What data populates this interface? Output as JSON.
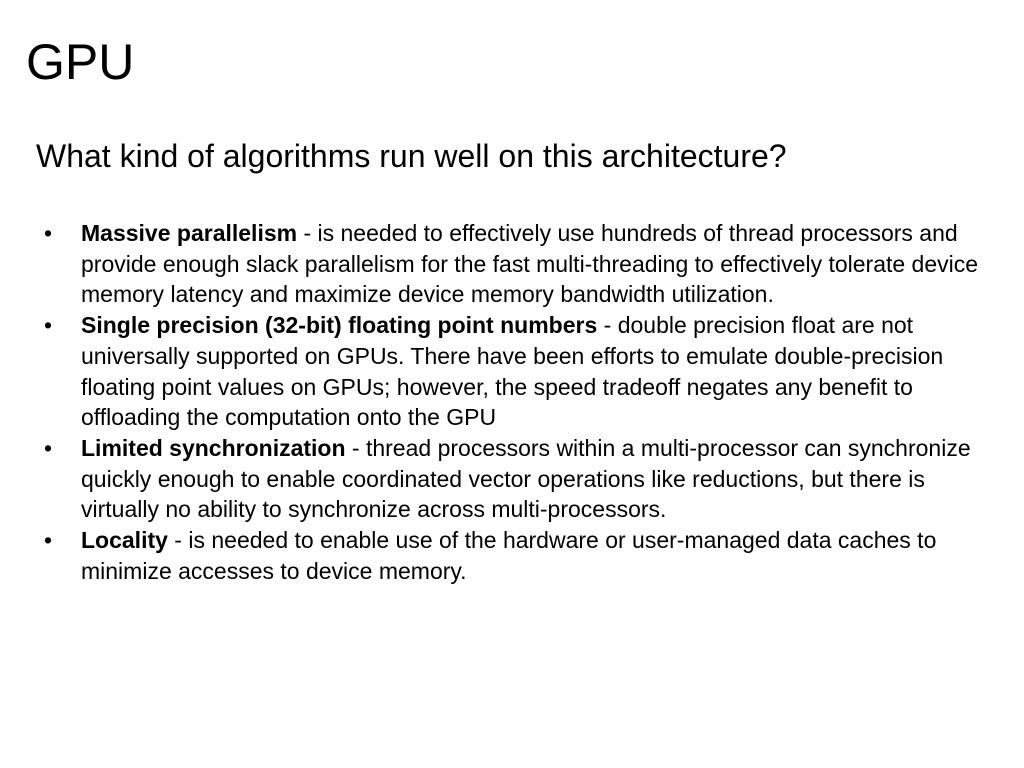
{
  "slide": {
    "title": "GPU",
    "subtitle": "What kind of algorithms run well on this architecture?",
    "bullet_symbol": "•",
    "bullets": [
      {
        "term": "Massive parallelism",
        "text": " - is needed to effectively use hundreds of thread processors and provide enough slack parallelism for the fast multi-threading to effectively tolerate device memory latency and maximize device memory bandwidth utilization."
      },
      {
        "term": "Single precision (32-bit) floating point numbers",
        "text": " - double precision float are not universally supported on GPUs. There have been efforts to emulate double-precision floating point values on GPUs; however, the speed tradeoff negates any benefit to offloading the computation onto the GPU"
      },
      {
        "term": "Limited synchronization",
        "text": " - thread processors within a multi-processor can synchronize quickly enough to enable coordinated vector operations like reductions, but there is virtually no ability to synchronize across multi-processors."
      },
      {
        "term": "Locality",
        "text": " - is needed to enable use of the hardware or user-managed data caches to minimize accesses to device memory."
      }
    ]
  }
}
